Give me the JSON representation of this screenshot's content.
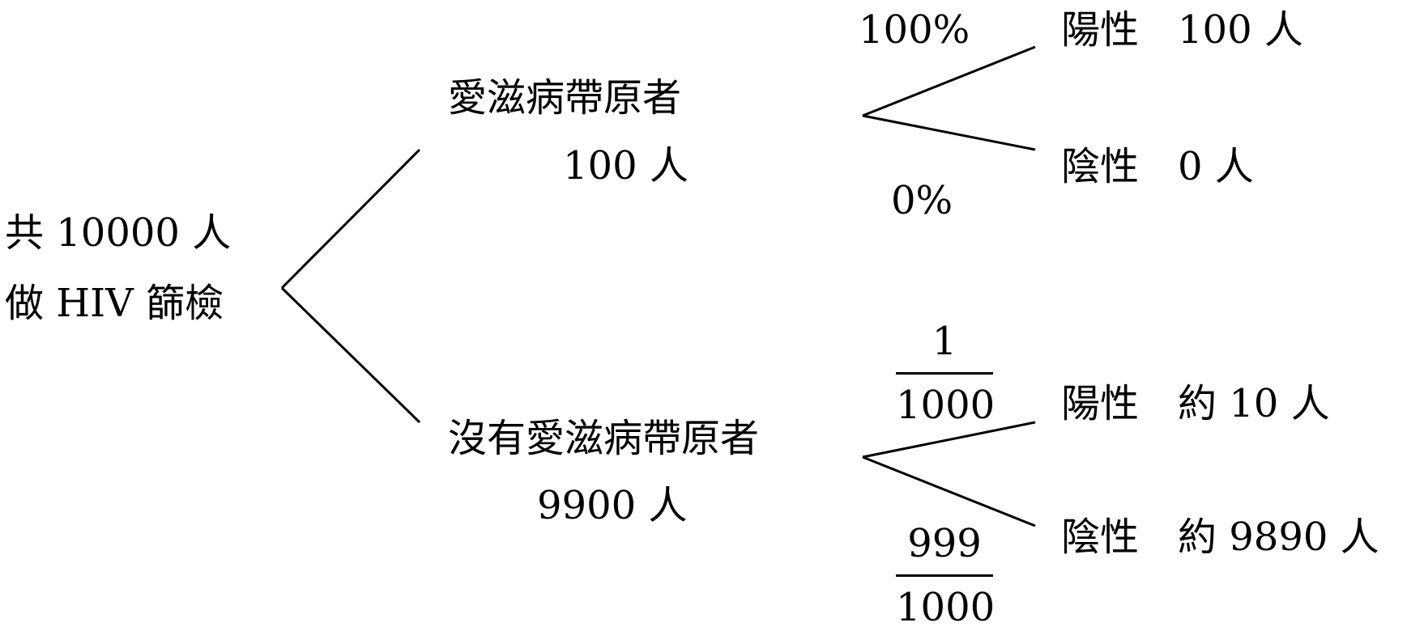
{
  "root": {
    "line1": "共 10000 人",
    "line2": "做 HIV 篩檢"
  },
  "carrier": {
    "label": "愛滋病帶原者",
    "count": "100  人",
    "positive_prob": "100%",
    "negative_prob": "0%",
    "positive_result": "陽性　100  人",
    "negative_result": "陰性　0 人"
  },
  "non_carrier": {
    "label": "沒有愛滋病帶原者",
    "count": "9900  人",
    "positive_prob": {
      "numerator": "1",
      "denominator": "1000"
    },
    "negative_prob": {
      "numerator": "999",
      "denominator": "1000"
    },
    "positive_result": "陽性　約 10 人",
    "negative_result": "陰性　約 9890 人"
  },
  "colors": {
    "ink": "#000000",
    "background": "#ffffff"
  }
}
